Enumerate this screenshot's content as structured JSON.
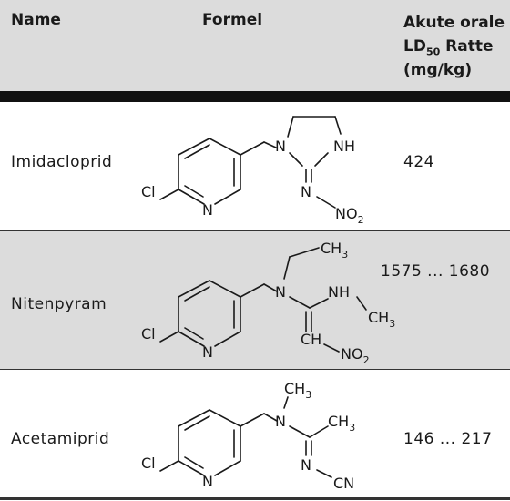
{
  "table": {
    "headers": {
      "name": "Name",
      "formula": "Formel",
      "ld50_line1": "Akute orale",
      "ld50_line2_pre": "LD",
      "ld50_line2_sub": "50",
      "ld50_line2_post": " Ratte",
      "ld50_line3": "(mg/kg)"
    },
    "rows": [
      {
        "name": "Imidacloprid",
        "ld50": "424",
        "atoms": {
          "cl": "Cl",
          "n_ring": "N",
          "n1": "N",
          "nh": "NH",
          "n_imine": "N",
          "no2": "NO",
          "no2_sub": "2"
        }
      },
      {
        "name": "Nitenpyram",
        "ld50": "1575 ... 1680",
        "atoms": {
          "cl": "Cl",
          "n_ring": "N",
          "n_amine": "N",
          "ch3_top": "CH",
          "ch3_top_sub": "3",
          "nh": "NH",
          "ch3_right": "CH",
          "ch3_right_sub": "3",
          "ch": "CH",
          "no2": "NO",
          "no2_sub": "2"
        }
      },
      {
        "name": "Acetamiprid",
        "ld50": "146 ... 217",
        "atoms": {
          "cl": "Cl",
          "n_ring": "N",
          "n_amine": "N",
          "ch3_top": "CH",
          "ch3_top_sub": "3",
          "ch3_right": "CH",
          "ch3_right_sub": "3",
          "n_imine": "N",
          "cn": "CN"
        }
      }
    ]
  }
}
